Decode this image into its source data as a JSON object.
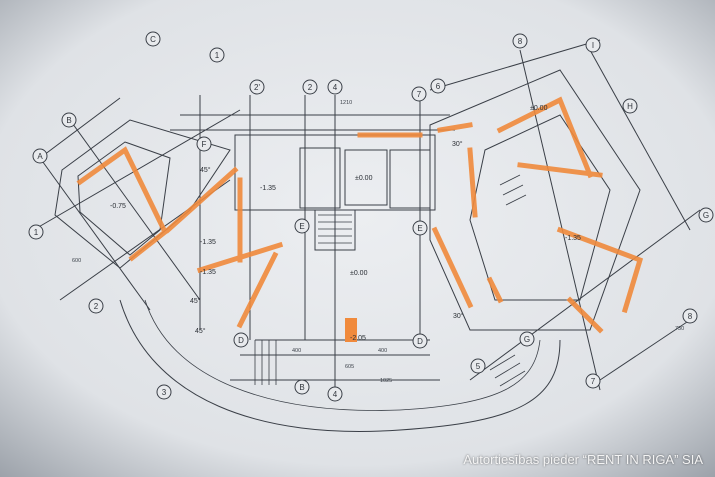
{
  "photo": {
    "subject": "architectural floor plan drawing",
    "colors": {
      "paper": "#e3e6ea",
      "line": "#3a3f47",
      "wall_highlight": "#f08a3c",
      "shadow": "#8a8f97"
    }
  },
  "grid_axes": {
    "letters": [
      "A",
      "B",
      "C",
      "D",
      "E",
      "F",
      "G",
      "H",
      "I"
    ],
    "numbers": [
      "1",
      "2",
      "2'",
      "3",
      "4",
      "5",
      "6",
      "7",
      "8"
    ]
  },
  "levels": [
    "-0.75",
    "±0.00",
    "-1.35",
    "-1.35",
    "-1.35",
    "-1.35",
    "±0.00",
    "±0.00",
    "-2.05"
  ],
  "angles": [
    "45°",
    "45°",
    "45°",
    "30°",
    "30°"
  ],
  "dimensions": {
    "bottom_total": "1025",
    "bottom_main": "605",
    "bottom_left": "400",
    "bottom_right": "400",
    "top_center": "1210",
    "right_side": "730",
    "left_side": "600"
  },
  "watermark": "Autortiesības pieder “RENT IN RIGA” SIA"
}
